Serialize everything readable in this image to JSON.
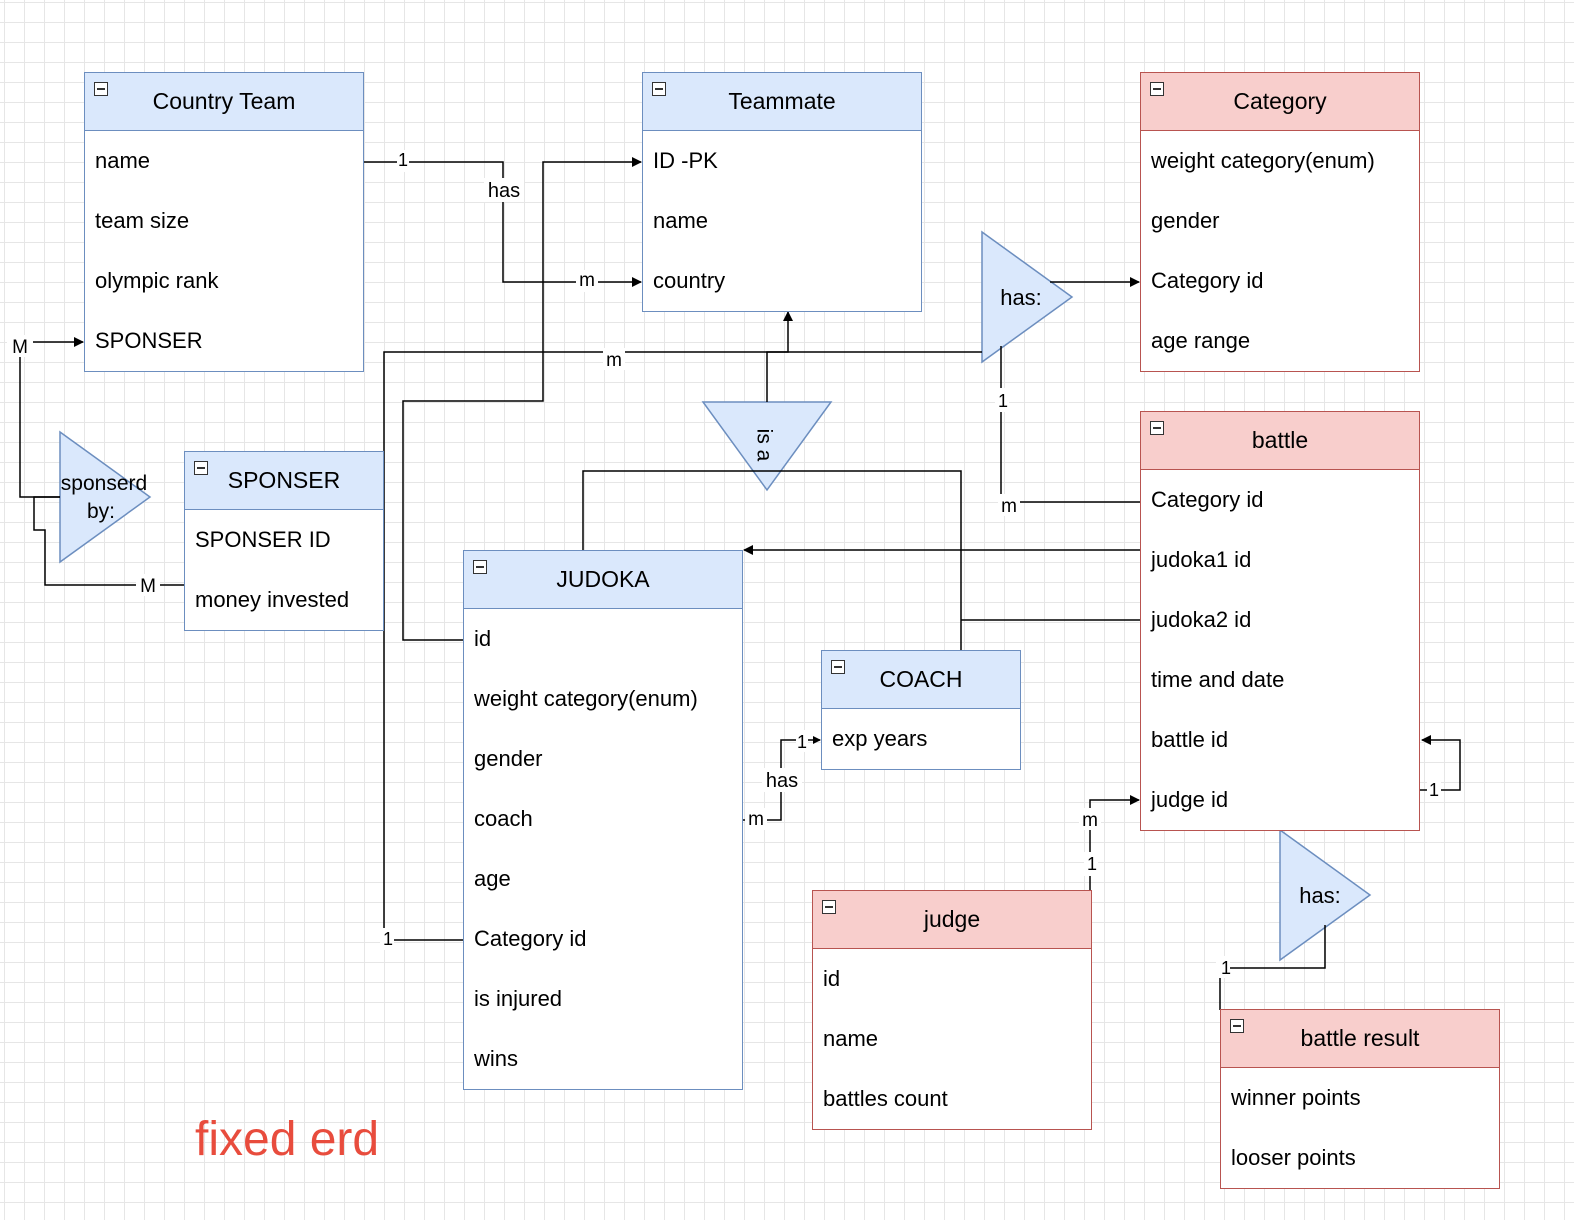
{
  "entities": {
    "country_team": {
      "title": "Country Team",
      "fields": [
        "name",
        "team size",
        "olympic rank",
        "SPONSER"
      ]
    },
    "teammate": {
      "title": "Teammate",
      "fields": [
        "ID -PK",
        "name",
        "country"
      ]
    },
    "category": {
      "title": "Category",
      "fields": [
        "weight category(enum)",
        "gender",
        "Category id",
        "age range"
      ]
    },
    "sponser": {
      "title": "SPONSER",
      "fields": [
        "SPONSER ID",
        "money invested"
      ]
    },
    "judoka": {
      "title": "JUDOKA",
      "fields": [
        "id",
        "weight category(enum)",
        "gender",
        "coach",
        "age",
        "Category id",
        "is injured",
        "wins"
      ]
    },
    "coach": {
      "title": "COACH",
      "fields": [
        "exp years"
      ]
    },
    "battle": {
      "title": "battle",
      "fields": [
        "Category id",
        "judoka1 id",
        "judoka2 id",
        "time and date",
        "battle id",
        "judge id"
      ]
    },
    "judge": {
      "title": "judge",
      "fields": [
        "id",
        "name",
        "battles count"
      ]
    },
    "battle_result": {
      "title": "battle result",
      "fields": [
        "winner points",
        "looser points"
      ]
    }
  },
  "relationships": {
    "sponsored_by": "sponserd by:",
    "is_a": "is a",
    "has_category": "has:",
    "has_result": "has:",
    "has_teammate": "has",
    "has_coach": "has"
  },
  "cardinalities": {
    "team_teammate_1": "1",
    "team_teammate_m": "m",
    "team_sponsor_M": "M",
    "sponsor_M": "M",
    "category_m": "m",
    "category_battle_1": "1",
    "category_battle_m": "m",
    "judoka_category_1": "1",
    "coach_1": "1",
    "coach_m": "m",
    "judge_m": "m",
    "judge_1": "1",
    "battle_self_1": "1",
    "result_1": "1"
  },
  "caption": "fixed erd",
  "colors": {
    "blue_fill": "#dae8fc",
    "blue_stroke": "#6c8ebf",
    "red_fill": "#f8cecc",
    "red_stroke": "#b85450",
    "caption": "#e84c3d"
  }
}
